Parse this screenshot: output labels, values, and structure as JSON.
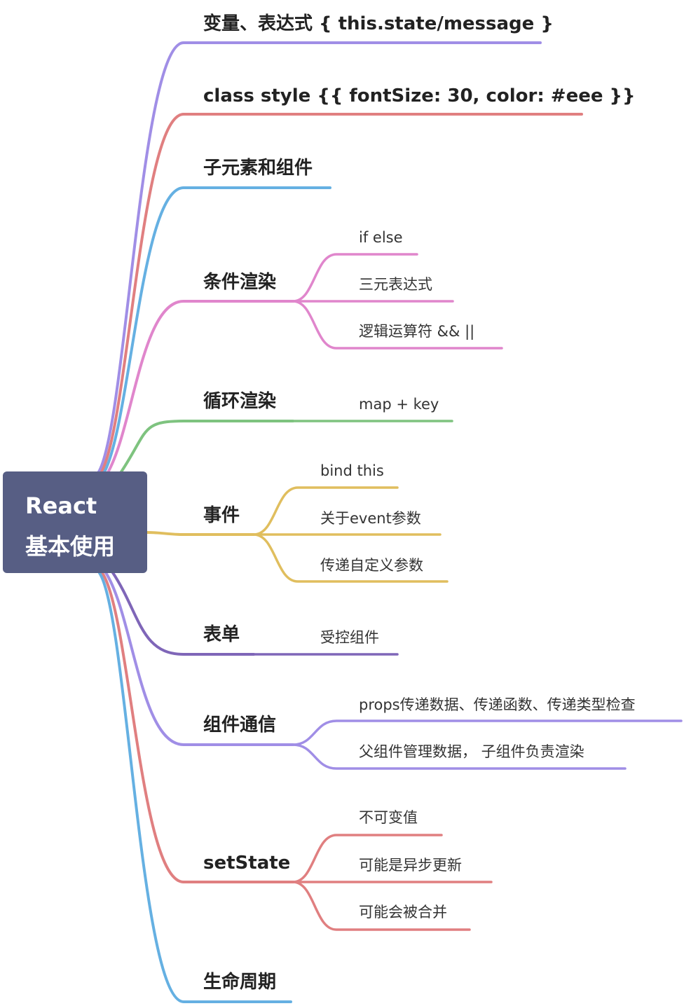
{
  "root": {
    "line1": "React",
    "line2": "基本使用",
    "color": "#575e84"
  },
  "palette": {
    "purple": "#a08ee6",
    "red": "#e07f80",
    "blue": "#65b0e2",
    "pink": "#e086cc",
    "green": "#7ec37f",
    "yellow": "#e0be5e",
    "violet": "#7f66b8"
  },
  "branches": [
    {
      "label": "变量、表达式 { this.state/message }",
      "color": "purple",
      "children": []
    },
    {
      "label": "class style {{ fontSize: 30, color: #eee }}",
      "color": "red",
      "children": []
    },
    {
      "label": "子元素和组件",
      "color": "blue",
      "children": []
    },
    {
      "label": "条件渲染",
      "color": "pink",
      "children": [
        "if else",
        "三元表达式",
        "逻辑运算符 && ||"
      ]
    },
    {
      "label": "循环渲染",
      "color": "green",
      "children": [
        "map + key"
      ]
    },
    {
      "label": "事件",
      "color": "yellow",
      "children": [
        "bind this",
        "关于event参数",
        "传递自定义参数"
      ]
    },
    {
      "label": "表单",
      "color": "violet",
      "children": [
        "受控组件"
      ]
    },
    {
      "label": "组件通信",
      "color": "purple",
      "children": [
        "props传递数据、传递函数、传递类型检查",
        "父组件管理数据， 子组件负责渲染"
      ]
    },
    {
      "label": "setState",
      "color": "red",
      "children": [
        "不可变值",
        "可能是异步更新",
        "可能会被合并"
      ]
    },
    {
      "label": "生命周期",
      "color": "blue",
      "children": []
    }
  ]
}
